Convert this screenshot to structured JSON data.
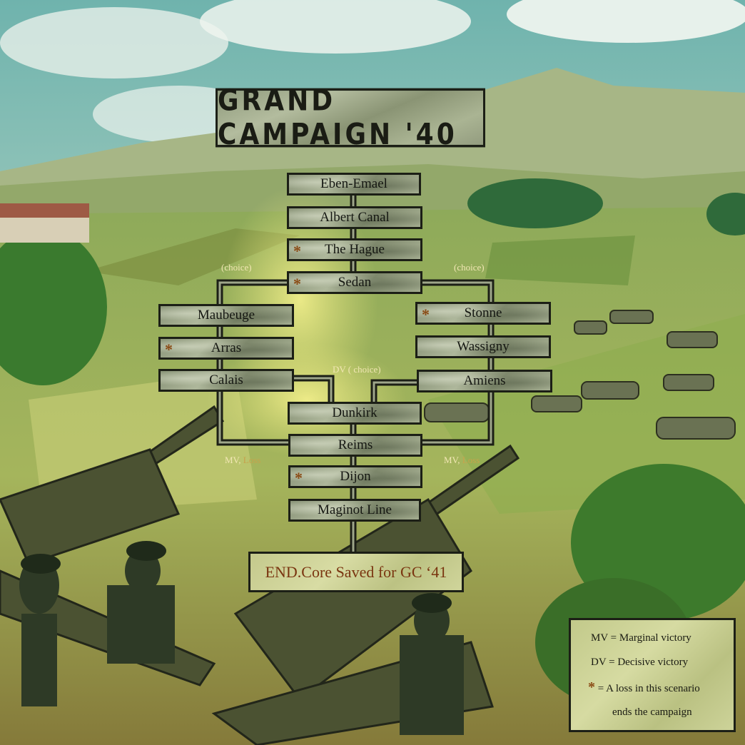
{
  "title": "GRAND CAMPAIGN '40",
  "nodes": {
    "eben_emael": "Eben-Emael",
    "albert_canal": "Albert Canal",
    "the_hague": "The Hague",
    "sedan": "Sedan",
    "maubeuge": "Maubeuge",
    "stonne": "Stonne",
    "arras": "Arras",
    "wassigny": "Wassigny",
    "calais": "Calais",
    "amiens": "Amiens",
    "dunkirk": "Dunkirk",
    "reims": "Reims",
    "dijon": "Dijon",
    "maginot_line": "Maginot Line"
  },
  "asterisk": "*",
  "labels": {
    "choice_left": "(choice)",
    "choice_right": "(choice)",
    "dv_choice": "DV ( choice)",
    "mv": "MV,",
    "loss": "Loss"
  },
  "end": "END.Core Saved for GC ‘41",
  "legend": {
    "mv": "MV =  Marginal victory",
    "dv": "DV =  Decisive victory",
    "loss_line1": "= A loss in this scenario",
    "loss_line2": "ends the campaign"
  },
  "colors": {
    "frame": "#1c1f16",
    "asterisk": "#8a4a14",
    "end_text": "#7a3510"
  }
}
